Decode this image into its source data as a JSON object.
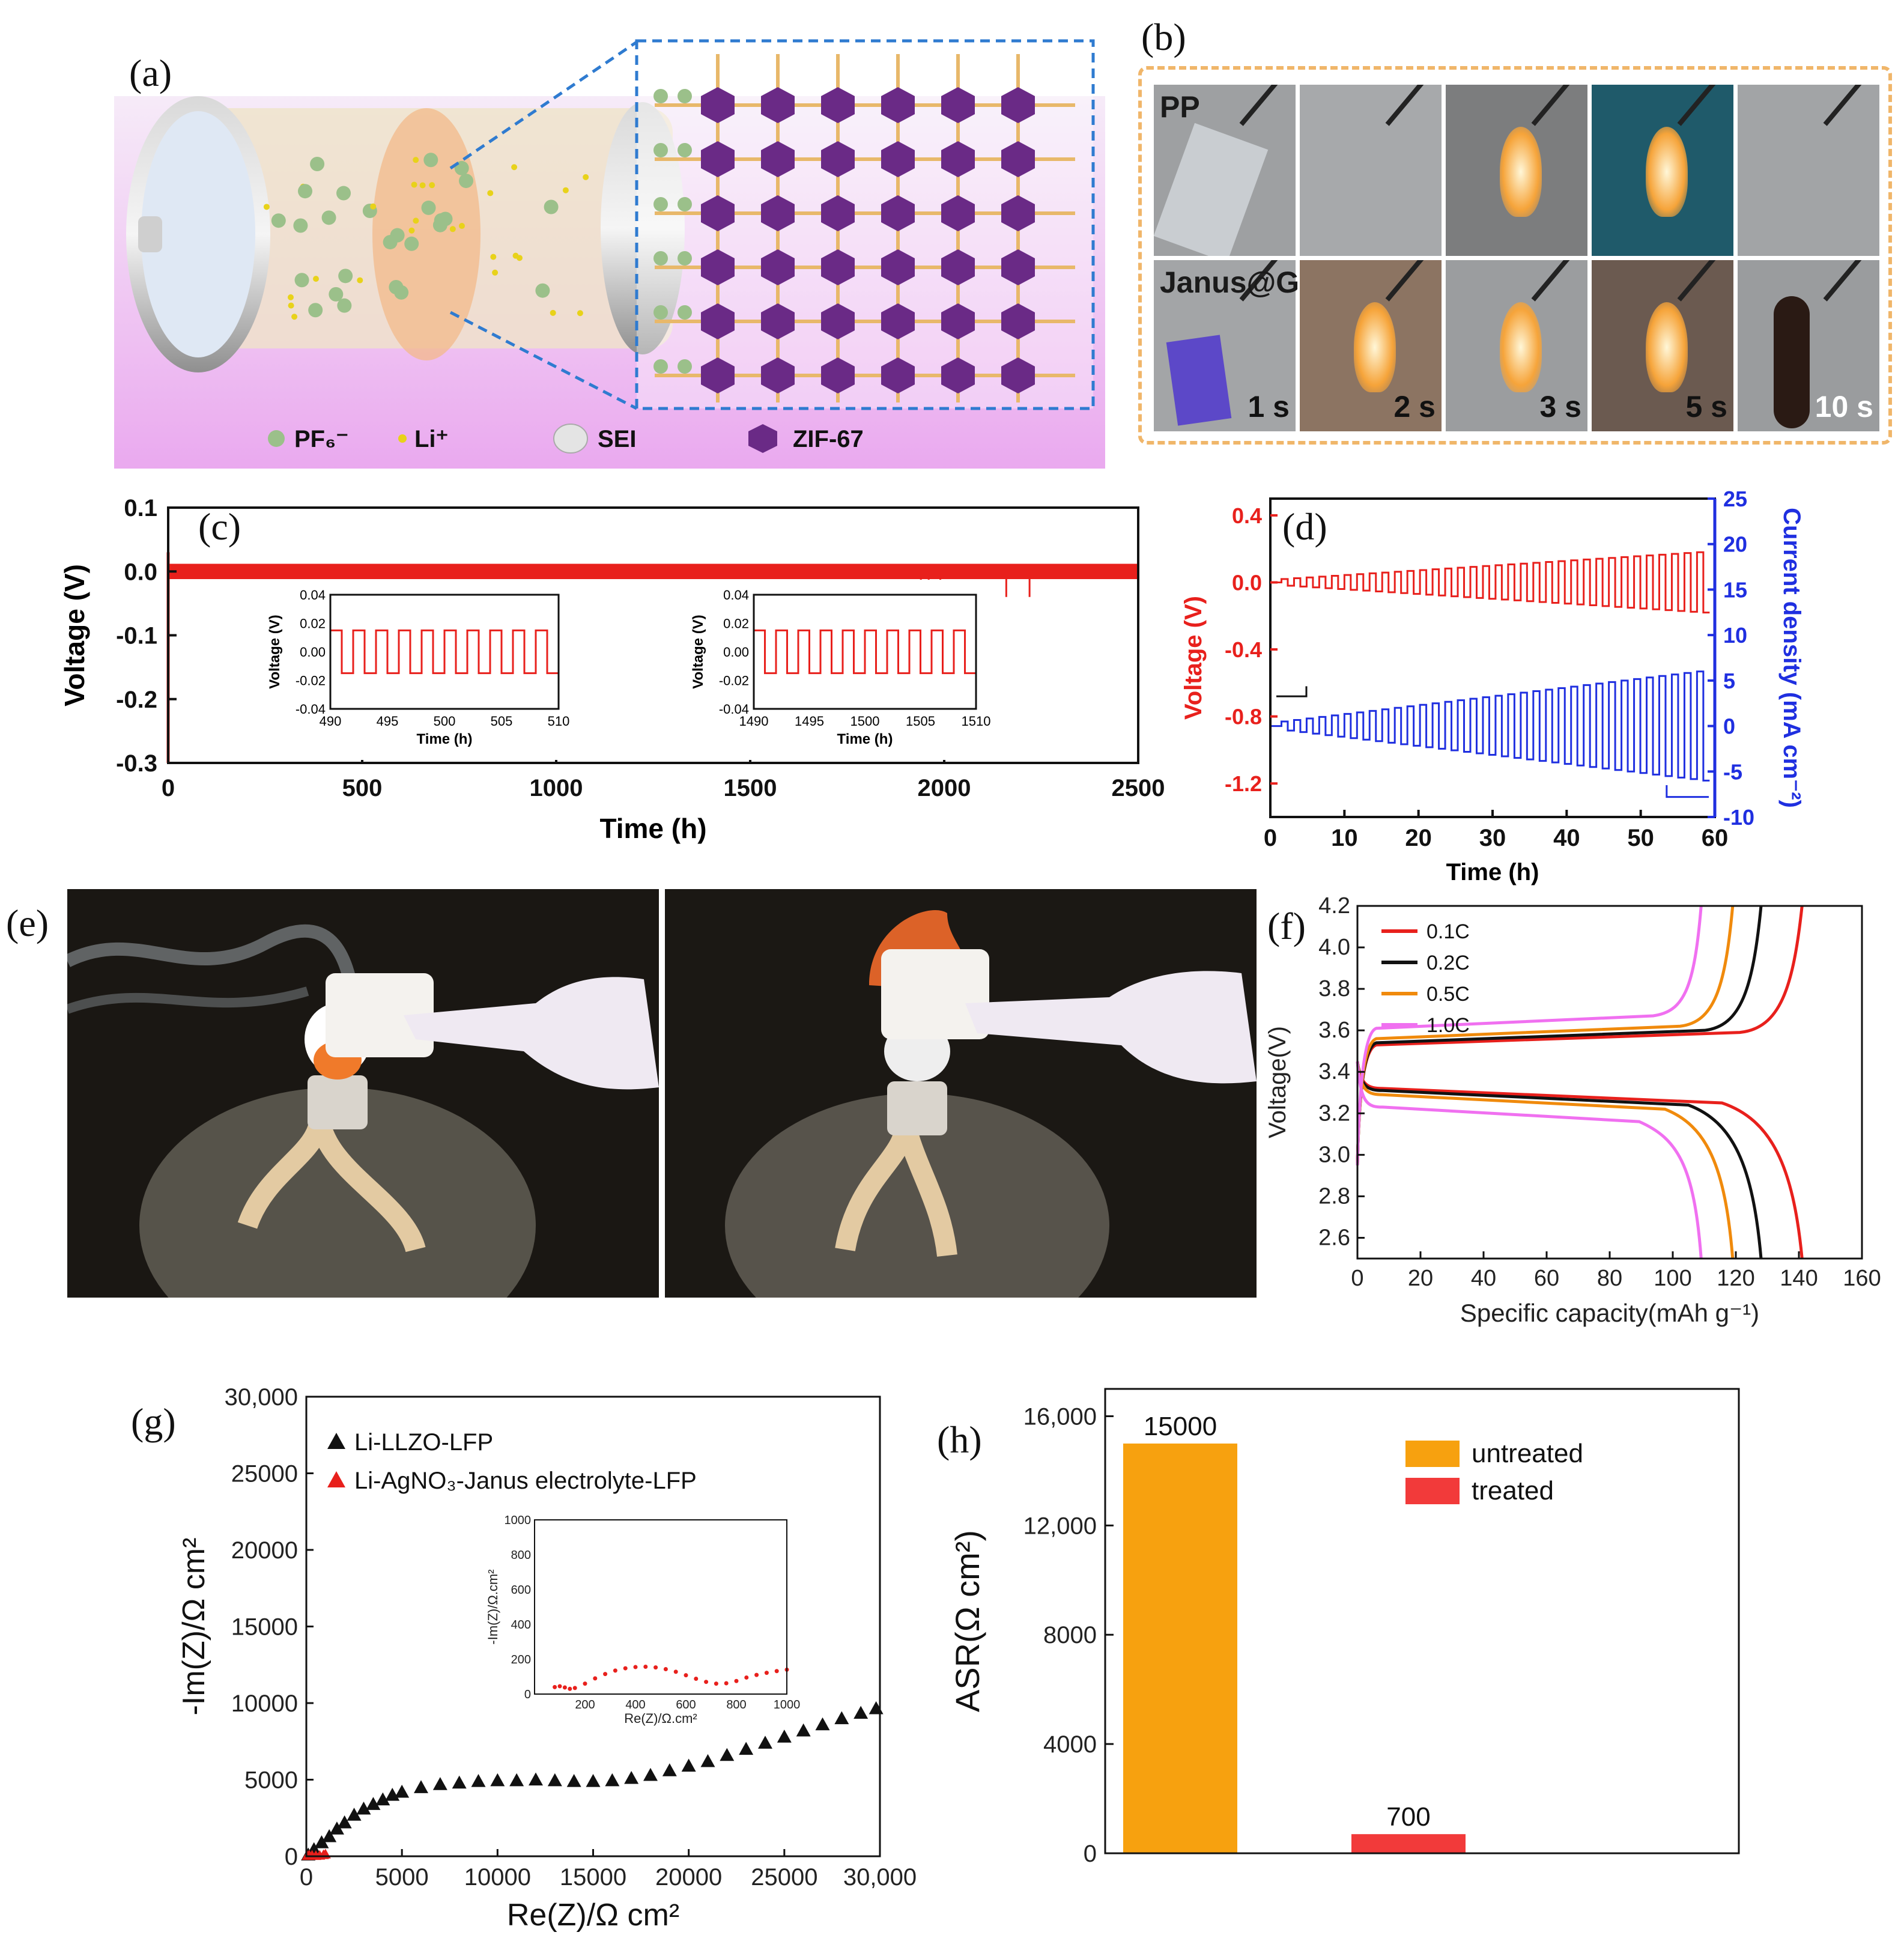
{
  "panel_labels": {
    "a": "(a)",
    "b": "(b)",
    "c": "(c)",
    "d": "(d)",
    "e": "(e)",
    "f": "(f)",
    "g": "(g)",
    "h": "(h)"
  },
  "schematic": {
    "legend": [
      "PF₆⁻",
      "Li⁺",
      "SEI",
      "ZIF-67"
    ],
    "colors": {
      "bg_top": "#f3e3f7",
      "bg_bottom": "#e9a8ee",
      "mof": "#6a2a86",
      "rod": "#e8b86a",
      "dash": "#2f7bd0"
    }
  },
  "flame_test": {
    "row_labels": [
      "PP",
      "Janus@GPE"
    ],
    "times": [
      "1 s",
      "2 s",
      "3 s",
      "5 s",
      "10 s"
    ],
    "frame_color": "#f0b66a"
  },
  "chart_data": [
    {
      "panel": "c",
      "type": "line",
      "xlabel": "Time (h)",
      "ylabel": "Voltage (V)",
      "xlim": [
        0,
        2500
      ],
      "ylim": [
        -0.3,
        0.1
      ],
      "xticks": [
        0,
        500,
        1000,
        1500,
        2000,
        2500
      ],
      "yticks": [
        0.1,
        0.0,
        -0.1,
        -0.2,
        -0.3
      ],
      "series": [
        {
          "color": "#e8201c",
          "band": [
            -0.012,
            0.012
          ]
        }
      ],
      "insets": [
        {
          "xlabel": "Time (h)",
          "ylabel": "Voltage (V)",
          "xlim": [
            490,
            510
          ],
          "ylim": [
            -0.04,
            0.04
          ],
          "xticks": [
            490,
            495,
            500,
            505,
            510
          ],
          "yticks": [
            0.04,
            0.02,
            0.0,
            -0.02,
            -0.04
          ],
          "period": 2,
          "amplitude": 0.015
        },
        {
          "xlabel": "Time (h)",
          "ylabel": "Voltage (V)",
          "xlim": [
            1490,
            1510
          ],
          "ylim": [
            -0.04,
            0.04
          ],
          "xticks": [
            1490,
            1495,
            1500,
            1505,
            1510
          ],
          "yticks": [
            0.04,
            0.02,
            0.0,
            -0.02,
            -0.04
          ],
          "period": 2,
          "amplitude": 0.015
        }
      ]
    },
    {
      "panel": "d",
      "type": "line",
      "xlabel": "Time (h)",
      "ylabel": "Voltage (V)",
      "y2label": "Current density (mA cm⁻²)",
      "xlim": [
        0,
        60
      ],
      "ylim": [
        -1.4,
        0.5
      ],
      "y2lim": [
        -10,
        25
      ],
      "xticks": [
        0,
        10,
        20,
        30,
        40,
        50,
        60
      ],
      "yticks": [
        0.4,
        0.0,
        -0.4,
        -0.8,
        -1.2
      ],
      "y2ticks": [
        25,
        20,
        15,
        10,
        5,
        0,
        -5,
        -10
      ],
      "series": [
        {
          "name": "Voltage",
          "color": "#e8201c",
          "axis": "left",
          "amp_start": 0.02,
          "amp_end": 0.18
        },
        {
          "name": "Current density",
          "color": "#1f2fe0",
          "axis": "right",
          "amp_start": 0.5,
          "amp_end": 6
        }
      ]
    },
    {
      "panel": "f",
      "type": "line",
      "xlabel": "Specific capacity(mAh g⁻¹)",
      "ylabel": "Voltage(V)",
      "xlim": [
        0,
        160
      ],
      "ylim": [
        2.5,
        4.2
      ],
      "xticks": [
        0,
        20,
        40,
        60,
        80,
        100,
        120,
        140,
        160
      ],
      "yticks": [
        4.2,
        4.0,
        3.8,
        3.6,
        3.4,
        3.2,
        3.0,
        2.8,
        2.6
      ],
      "series": [
        {
          "name": "0.1C",
          "color": "#e8201c",
          "capacity": 141,
          "charge_plateau": 3.53,
          "discharge_plateau": 3.32
        },
        {
          "name": "0.2C",
          "color": "#111111",
          "capacity": 128,
          "charge_plateau": 3.54,
          "discharge_plateau": 3.31
        },
        {
          "name": "0.5C",
          "color": "#f08a0c",
          "capacity": 119,
          "charge_plateau": 3.56,
          "discharge_plateau": 3.29
        },
        {
          "name": "1.0C",
          "color": "#f070f0",
          "capacity": 109,
          "charge_plateau": 3.61,
          "discharge_plateau": 3.23
        }
      ]
    },
    {
      "panel": "g",
      "type": "scatter",
      "xlabel": "Re(Z)/Ω cm²",
      "ylabel": "-Im(Z)/Ω cm²",
      "xlim": [
        0,
        30000
      ],
      "ylim": [
        0,
        30000
      ],
      "xticks": [
        0,
        5000,
        10000,
        15000,
        20000,
        25000,
        30000
      ],
      "yticks": [
        0,
        5000,
        10000,
        15000,
        20000,
        25000,
        30000
      ],
      "series": [
        {
          "name": "Li-LLZO-LFP",
          "color": "#111111",
          "x": [
            100,
            400,
            800,
            1200,
            1600,
            2000,
            2500,
            3000,
            3500,
            4000,
            4500,
            5000,
            6000,
            7000,
            8000,
            9000,
            10000,
            11000,
            12000,
            13000,
            14000,
            15000,
            16000,
            17000,
            18000,
            19000,
            20000,
            21000,
            22000,
            23000,
            24000,
            25000,
            26000,
            27000,
            28000,
            29000,
            29800
          ],
          "y": [
            100,
            450,
            900,
            1300,
            1800,
            2200,
            2700,
            3100,
            3400,
            3700,
            4000,
            4200,
            4500,
            4700,
            4800,
            4900,
            4950,
            4950,
            5000,
            4950,
            4900,
            4900,
            4950,
            5100,
            5300,
            5600,
            5900,
            6200,
            6600,
            7000,
            7400,
            7800,
            8200,
            8600,
            9000,
            9350,
            9650
          ]
        },
        {
          "name": "Li-AgNO₃-Janus electrolyte-LFP",
          "color": "#e8201c",
          "x": [
            50,
            150,
            300,
            500,
            700,
            900,
            1000
          ],
          "y": [
            40,
            80,
            60,
            40,
            60,
            100,
            140
          ]
        }
      ],
      "inset": {
        "xlabel": "Re(Z)/Ω.cm²",
        "ylabel": "-Im(Z)/Ω.cm²",
        "xlim": [
          0,
          1000
        ],
        "ylim": [
          0,
          1000
        ],
        "xticks": [
          200,
          400,
          600,
          800,
          1000
        ],
        "yticks": [
          0,
          200,
          400,
          600,
          800,
          1000
        ],
        "x": [
          80,
          100,
          120,
          140,
          160,
          200,
          240,
          280,
          320,
          360,
          400,
          440,
          480,
          520,
          560,
          600,
          640,
          680,
          720,
          760,
          800,
          840,
          880,
          920,
          960,
          1000
        ],
        "y": [
          40,
          45,
          38,
          30,
          35,
          60,
          90,
          115,
          135,
          148,
          155,
          157,
          153,
          143,
          128,
          108,
          88,
          70,
          60,
          62,
          75,
          95,
          110,
          122,
          132,
          140
        ]
      }
    },
    {
      "panel": "h",
      "type": "bar",
      "ylabel": "ASR(Ω cm²)",
      "ylim": [
        0,
        17000
      ],
      "yticks": [
        0,
        4000,
        8000,
        12000,
        16000
      ],
      "ytick_labels": [
        "0",
        "4000",
        "8000",
        "12,000",
        "16,000"
      ],
      "categories": [
        "untreated",
        "treated"
      ],
      "values": [
        15000,
        700
      ],
      "value_labels": [
        "15000",
        "700"
      ],
      "colors": [
        "#f7a10f",
        "#f23a3a"
      ]
    }
  ]
}
